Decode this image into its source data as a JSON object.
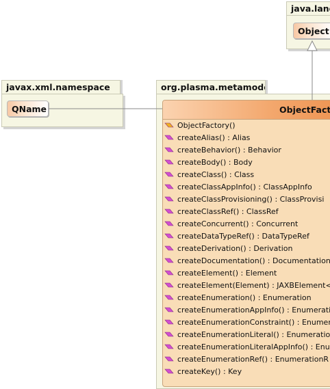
{
  "packages": {
    "java_lang": "java.lang",
    "javax_xml_namespace": "javax.xml.namespace",
    "org_plasma_metamodel": "org.plasma.metamodel"
  },
  "classes": {
    "object": "Object",
    "qname": "QName",
    "object_factory": "ObjectFactory"
  },
  "operations": [
    {
      "text": "ObjectFactory()",
      "icon": "constructor-icon"
    },
    {
      "text": "createAlias() : Alias",
      "icon": "method-icon"
    },
    {
      "text": "createBehavior() : Behavior",
      "icon": "method-icon"
    },
    {
      "text": "createBody() : Body",
      "icon": "method-icon"
    },
    {
      "text": "createClass() : Class",
      "icon": "method-icon"
    },
    {
      "text": "createClassAppInfo() : ClassAppInfo",
      "icon": "method-icon"
    },
    {
      "text": "createClassProvisioning() : ClassProvisi",
      "icon": "method-icon"
    },
    {
      "text": "createClassRef() : ClassRef",
      "icon": "method-icon"
    },
    {
      "text": "createConcurrent() : Concurrent",
      "icon": "method-icon"
    },
    {
      "text": "createDataTypeRef() : DataTypeRef",
      "icon": "method-icon"
    },
    {
      "text": "createDerivation() : Derivation",
      "icon": "method-icon"
    },
    {
      "text": "createDocumentation() : Documentation",
      "icon": "method-icon"
    },
    {
      "text": "createElement() : Element",
      "icon": "method-icon"
    },
    {
      "text": "createElement(Element) : JAXBElement<",
      "icon": "method-icon"
    },
    {
      "text": "createEnumeration() : Enumeration",
      "icon": "method-icon"
    },
    {
      "text": "createEnumerationAppInfo() : Enumerati",
      "icon": "method-icon"
    },
    {
      "text": "createEnumerationConstraint() : Enumer",
      "icon": "method-icon"
    },
    {
      "text": "createEnumerationLiteral() : Enumeratio",
      "icon": "method-icon"
    },
    {
      "text": "createEnumerationLiteralAppInfo() : Enur",
      "icon": "method-icon"
    },
    {
      "text": "createEnumerationRef() : EnumerationR",
      "icon": "method-icon"
    },
    {
      "text": "createKey() : Key",
      "icon": "method-icon"
    }
  ],
  "colors": {
    "package_fill": "#f6f6e3",
    "class_fill": "#f9ddb7",
    "class_header": "#ee9452",
    "method_icon": "#d24fd0",
    "constructor_icon": "#f0b020"
  }
}
